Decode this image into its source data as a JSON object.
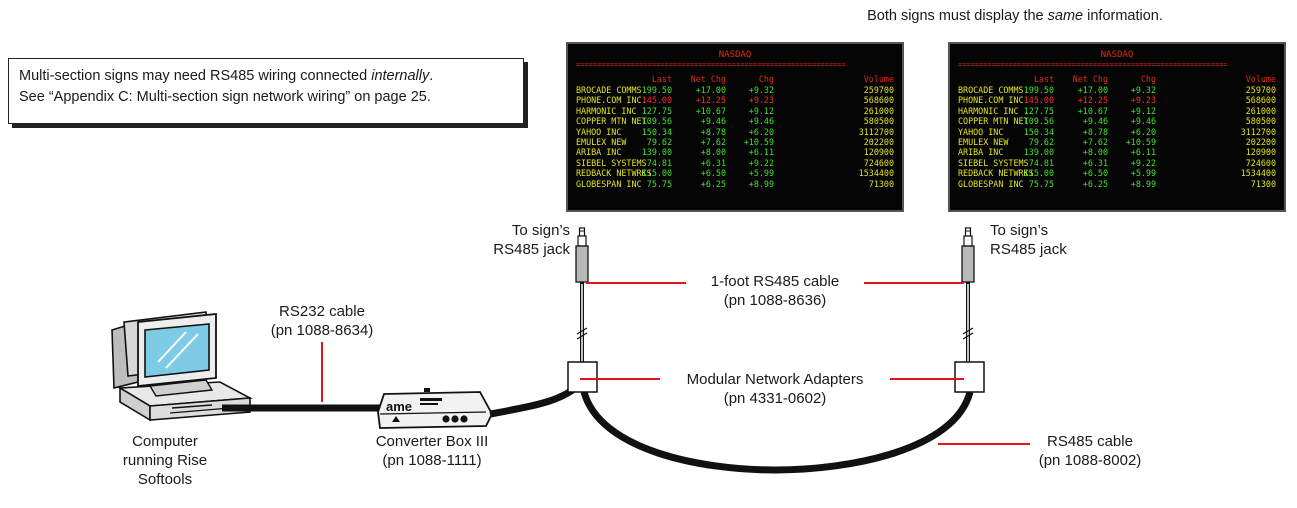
{
  "note": {
    "line1_prefix": "Multi-section signs may need RS485 wiring connected ",
    "line1_italic": "internally",
    "line1_suffix": ".",
    "line2": "See “Appendix C: Multi-section sign network wiring” on page 25."
  },
  "top_caption": {
    "prefix": "Both signs must display the ",
    "italic": "same",
    "suffix": " information."
  },
  "labels": {
    "jack_left_1": "To sign’s",
    "jack_left_2": "RS485 jack",
    "jack_right_1": "To sign’s",
    "jack_right_2": "RS485 jack",
    "cable_1ft_1": "1-foot RS485 cable",
    "cable_1ft_2": "(pn 1088-8636)",
    "rs232_1": "RS232 cable",
    "rs232_2": "(pn 1088-8634)",
    "adapters_1": "Modular Network Adapters",
    "adapters_2": "(pn 4331-0602)",
    "rs485_1": "RS485 cable",
    "rs485_2": "(pn 1088-8002)",
    "converter_1": "Converter Box III",
    "converter_2": "(pn 1088-1111)",
    "computer_1": "Computer",
    "computer_2": "running Rise",
    "computer_3": "Softools",
    "box_brand": "ame"
  },
  "sign": {
    "title": "NASDAQ",
    "dashes": "================================================================",
    "headers": {
      "last": "Last",
      "net": "Net Chg",
      "chg": "Chg",
      "vol": "Volume"
    },
    "rows": [
      {
        "name": "BROCADE COMMS",
        "last": "199.50",
        "net": "+17.00",
        "chg": "+9.32",
        "vol": "259700",
        "color": "g"
      },
      {
        "name": "PHONE.COM INC",
        "last": "145.00",
        "net": "+12.25",
        "chg": "+9.23",
        "vol": "568600",
        "color": "r"
      },
      {
        "name": "HARMONIC INC",
        "last": "127.75",
        "net": "+10.67",
        "chg": "+9.12",
        "vol": "261000",
        "color": "g"
      },
      {
        "name": "COPPER MTN NET",
        "last": "109.56",
        "net": "+9.46",
        "chg": "+9.46",
        "vol": "580500",
        "color": "g"
      },
      {
        "name": "YAHOO INC",
        "last": "150.34",
        "net": "+8.78",
        "chg": "+6.20",
        "vol": "3112700",
        "color": "g"
      },
      {
        "name": "EMULEX NEW",
        "last": "79.62",
        "net": "+7.62",
        "chg": "+10.59",
        "vol": "202200",
        "color": "g"
      },
      {
        "name": "ARIBA INC",
        "last": "139.00",
        "net": "+8.00",
        "chg": "+6.11",
        "vol": "120900",
        "color": "g"
      },
      {
        "name": "SIEBEL SYSTEMS",
        "last": "74.81",
        "net": "+6.31",
        "chg": "+9.22",
        "vol": "724600",
        "color": "g"
      },
      {
        "name": "REDBACK NETWRKS",
        "last": "115.00",
        "net": "+6.50",
        "chg": "+5.99",
        "vol": "1534400",
        "color": "g"
      },
      {
        "name": "GLOBESPAN INC",
        "last": "75.75",
        "net": "+6.25",
        "chg": "+8.99",
        "vol": "71300",
        "color": "g"
      }
    ]
  }
}
